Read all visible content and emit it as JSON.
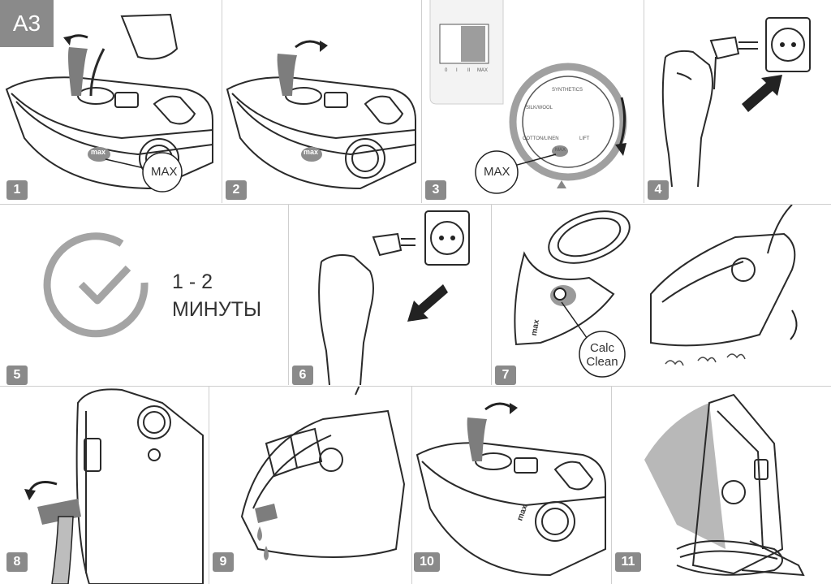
{
  "page": {
    "section_badge": "A3",
    "colors": {
      "badge": "#8a8a8a",
      "line": "#2a2a2a",
      "accent_grey": "#9a9a9a",
      "divider": "#cfcfcf"
    }
  },
  "steps": [
    {
      "number": "1",
      "callout": "MAX",
      "tank_mark": "max",
      "icons": [
        "iron-icon",
        "measuring-cup-icon",
        "rotate-arrow-icon"
      ]
    },
    {
      "number": "2",
      "tank_mark": "max",
      "icons": [
        "iron-icon",
        "rotate-arrow-icon"
      ]
    },
    {
      "number": "3",
      "callout": "MAX",
      "dial_labels": [
        "SYNTHETICS",
        "SILK/WOOL",
        "COTTON/LINEN",
        "MAX",
        "LIFT"
      ],
      "steam_scale": [
        "0",
        "I",
        "II",
        "MAX"
      ],
      "icons": [
        "temperature-dial-icon",
        "rotate-arrow-icon"
      ]
    },
    {
      "number": "4",
      "icons": [
        "hand-icon",
        "plug-icon",
        "wall-socket-icon",
        "arrow-in-icon"
      ]
    },
    {
      "number": "5",
      "duration_line1": "1 - 2",
      "duration_line2": "МИНУТЫ",
      "icons": [
        "checkmark-circle-icon"
      ]
    },
    {
      "number": "6",
      "icons": [
        "hand-icon",
        "plug-icon",
        "wall-socket-icon",
        "arrow-out-icon"
      ]
    },
    {
      "number": "7",
      "callout_line1": "Calc",
      "callout_line2": "Clean",
      "tank_mark": "max",
      "icons": [
        "iron-icon",
        "calc-clean-button-icon",
        "steam-puff-icon"
      ]
    },
    {
      "number": "8",
      "icons": [
        "iron-icon",
        "rotate-arrow-icon"
      ]
    },
    {
      "number": "9",
      "icons": [
        "iron-icon",
        "water-drop-icon"
      ]
    },
    {
      "number": "10",
      "tank_mark": "max",
      "icons": [
        "iron-icon",
        "rotate-arrow-icon"
      ]
    },
    {
      "number": "11",
      "icons": [
        "iron-icon",
        "cord-wrap-icon"
      ]
    }
  ]
}
